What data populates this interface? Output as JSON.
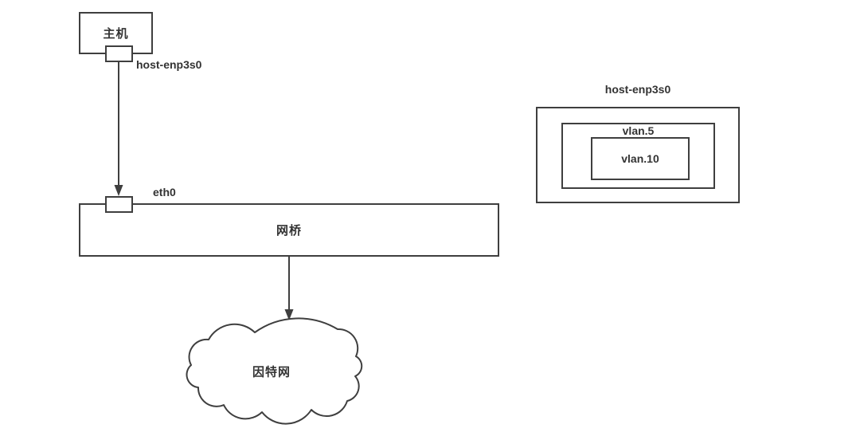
{
  "colors": {
    "stroke": "#3f3f3f",
    "text": "#333333",
    "canvas_bg": "#ffffff"
  },
  "nodes": {
    "host": {
      "label": "主机"
    },
    "host_port": {
      "label": "host-enp3s0"
    },
    "bridge": {
      "label": "网桥"
    },
    "bridge_port": {
      "label": "eth0"
    },
    "internet_cloud": {
      "label": "因特网"
    },
    "vlan_group": {
      "title": "host-enp3s0",
      "outer_vlan": {
        "label": "vlan.5"
      },
      "inner_vlan": {
        "label": "vlan.10"
      }
    }
  },
  "edges": [
    {
      "from": "host_port",
      "to": "bridge_port",
      "type": "arrow"
    },
    {
      "from": "bridge",
      "to": "internet_cloud",
      "type": "arrow"
    }
  ]
}
